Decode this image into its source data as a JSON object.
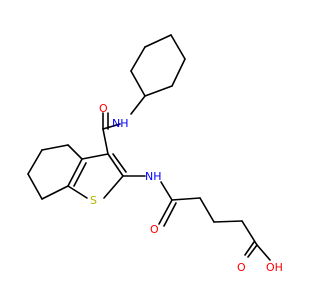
{
  "molecule": {
    "atoms": {
      "nh_amide_top": "NH",
      "o_amide_top": "O",
      "nh_amide_bottom": "NH",
      "o_amide_bottom": "O",
      "s_thiophene": "S",
      "o_acid_double": "O",
      "oh_acid": "OH"
    },
    "colors": {
      "carbon_bond": "#000000",
      "nitrogen": "#0000ff",
      "oxygen": "#ff0000",
      "sulfur": "#b3b300"
    }
  }
}
